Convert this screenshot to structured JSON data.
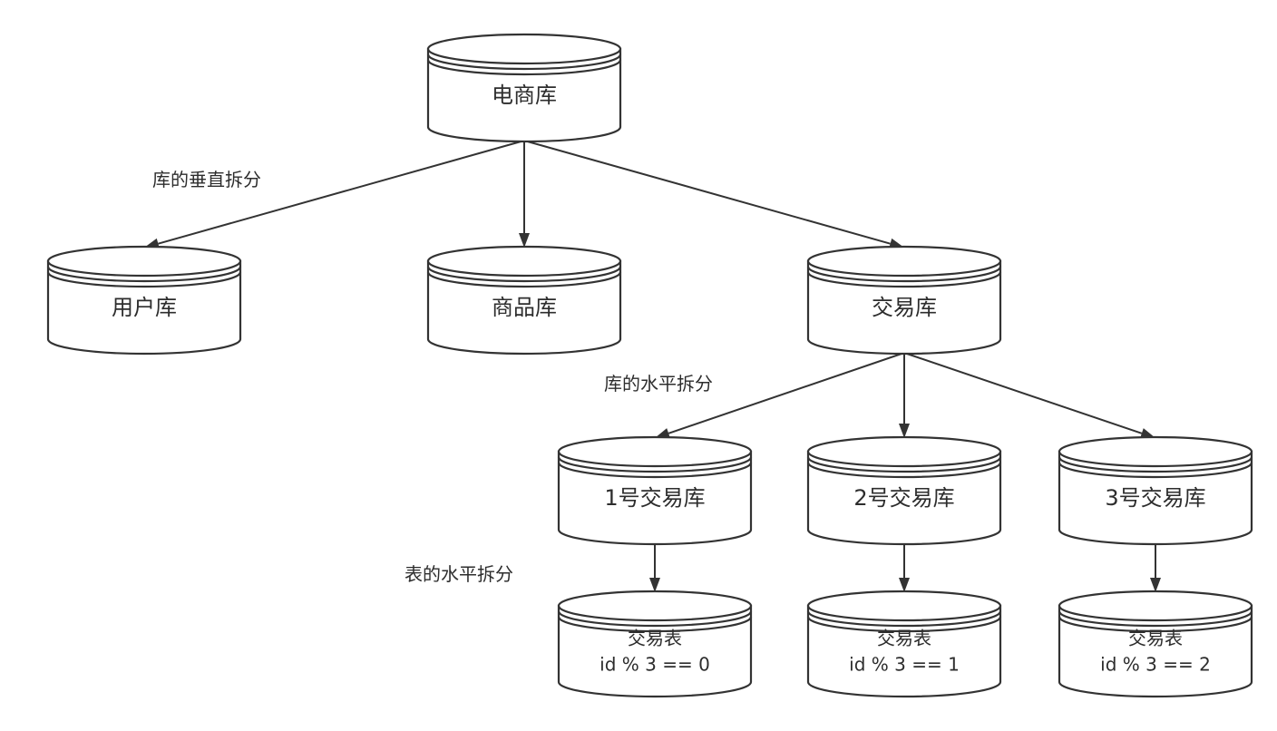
{
  "diagram": {
    "title": "",
    "nodes": [
      {
        "id": "ecommerce",
        "lines": [
          "电商库"
        ]
      },
      {
        "id": "user",
        "lines": [
          "用户库"
        ]
      },
      {
        "id": "product",
        "lines": [
          "商品库"
        ]
      },
      {
        "id": "trade",
        "lines": [
          "交易库"
        ]
      },
      {
        "id": "trade1",
        "lines": [
          "1号交易库"
        ]
      },
      {
        "id": "trade2",
        "lines": [
          "2号交易库"
        ]
      },
      {
        "id": "trade3",
        "lines": [
          "3号交易库"
        ]
      },
      {
        "id": "table0",
        "lines": [
          "交易表",
          "id % 3 == 0"
        ]
      },
      {
        "id": "table1",
        "lines": [
          "交易表",
          "id % 3 == 1"
        ]
      },
      {
        "id": "table2",
        "lines": [
          "交易表",
          "id % 3 == 2"
        ]
      }
    ],
    "edges": [
      {
        "from": "ecommerce",
        "to": "user"
      },
      {
        "from": "ecommerce",
        "to": "product"
      },
      {
        "from": "ecommerce",
        "to": "trade"
      },
      {
        "from": "trade",
        "to": "trade1"
      },
      {
        "from": "trade",
        "to": "trade2"
      },
      {
        "from": "trade",
        "to": "trade3"
      },
      {
        "from": "trade1",
        "to": "table0"
      },
      {
        "from": "trade2",
        "to": "table1"
      },
      {
        "from": "trade3",
        "to": "table2"
      }
    ],
    "annotations": {
      "vertical_db_split": "库的垂直拆分",
      "horizontal_db_split": "库的水平拆分",
      "horizontal_table_split": "表的水平拆分"
    },
    "colors": {
      "stroke": "#333333",
      "text": "#2d2d2d",
      "background": "#ffffff"
    }
  }
}
